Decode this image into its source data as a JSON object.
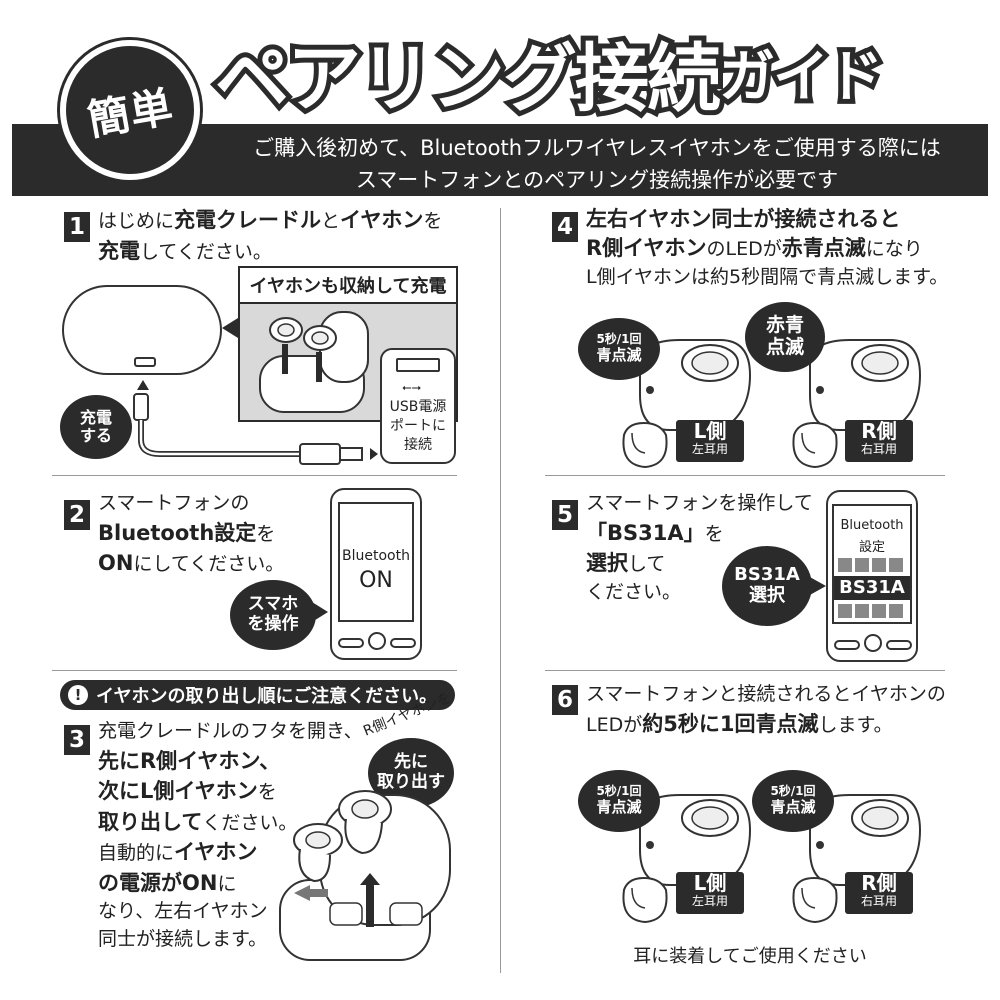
{
  "header": {
    "badge": "簡単",
    "title_main": "ペアリング接続",
    "title_tail": "ガイド",
    "banner_line1": "ご購入後初めて、Bluetoothフルワイヤレスイヤホンをご使用する際には",
    "banner_line2": "スマートフォンとのペアリング接続操作が必要です"
  },
  "step1": {
    "num": "1",
    "t1": "はじめに",
    "b1": "充電クレードル",
    "t2": "と",
    "b2": "イヤホン",
    "t3": "を",
    "b3": "充電",
    "t4": "してください。",
    "callout": "イヤホンも収納して充電",
    "charge_blob": [
      "充電",
      "する"
    ],
    "port_label": [
      "USB電源",
      "ポートに",
      "接続"
    ]
  },
  "step2": {
    "num": "2",
    "t1": "スマートフォンの",
    "b1": "Bluetooth設定",
    "t2": "を",
    "b2": "ON",
    "t3": "にしてください。",
    "phone_line1": "Bluetooth",
    "phone_line2": "ON",
    "blob": [
      "スマホ",
      "を操作"
    ]
  },
  "caution": {
    "icon": "!",
    "text": "イヤホンの取り出し順にご注意ください。"
  },
  "step3": {
    "num": "3",
    "l1": "充電クレードルのフタを開き、",
    "l2": "先にR側イヤホン、",
    "l3a": "次にL側イヤホン",
    "l3b": "を",
    "l4a": "取り出して",
    "l4b": "ください。",
    "l5": "自動的に",
    "l5b": "イヤホン",
    "l6": "の電源がON",
    "l6b": "に",
    "l7": "なり、左右イヤホン",
    "l8": "同士が接続します。",
    "curved": "R側イヤホンを",
    "blob": [
      "先に",
      "取り出す"
    ]
  },
  "step4": {
    "num": "4",
    "b1": "左右イヤホン同士が接続されると",
    "b2": "R側イヤホン",
    "t1": "のLEDが",
    "b3": "赤青点滅",
    "t2": "になり",
    "t3": "L側イヤホンは約5秒間隔で青点滅します。",
    "left_blob": [
      "5秒/1回",
      "青点滅"
    ],
    "right_blob": [
      "赤青",
      "点滅"
    ],
    "left_label": [
      "L側",
      "左耳用"
    ],
    "right_label": [
      "R側",
      "右耳用"
    ]
  },
  "step5": {
    "num": "5",
    "t1": "スマートフォンを操作して",
    "b1": "「BS31A」",
    "t2": "を",
    "b2": "選択",
    "t3": "して",
    "t4": "ください。",
    "blob": [
      "BS31A",
      "選択"
    ],
    "phone_line1": "Bluetooth",
    "phone_line2": "設定",
    "phone_item": "BS31A"
  },
  "step6": {
    "num": "6",
    "t1": "スマートフォンと接続されるとイヤホンの",
    "t2": "LEDが",
    "b1": "約5秒に1回青点滅",
    "t3": "します。",
    "left_blob": [
      "5秒/1回",
      "青点滅"
    ],
    "right_blob": [
      "5秒/1回",
      "青点滅"
    ],
    "left_label": [
      "L側",
      "左耳用"
    ],
    "right_label": [
      "R側",
      "右耳用"
    ],
    "footer": "耳に装着してご使用ください"
  },
  "colors": {
    "ink": "#2b2b2b",
    "white": "#ffffff",
    "divider": "#999999"
  }
}
